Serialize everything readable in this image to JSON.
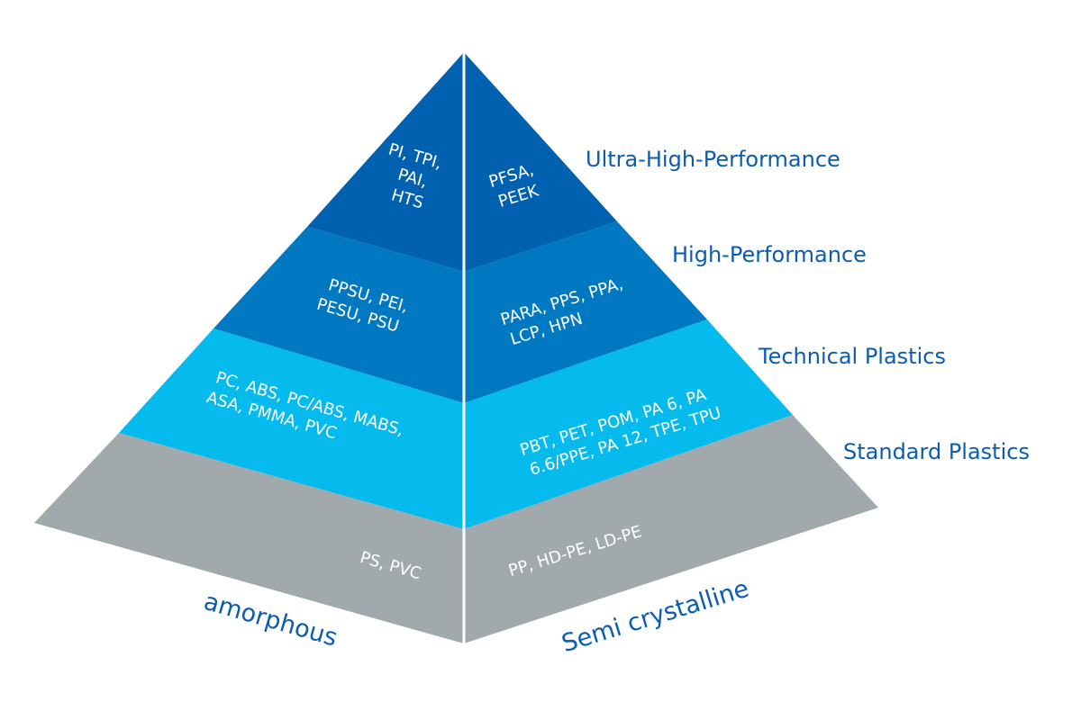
{
  "colors": {
    "ultra": "#0061b0",
    "high": "#0079c2",
    "technical": "#05bbee",
    "standard": "#a2a9ad",
    "label_text": "#0b5cb0"
  },
  "tiers": [
    {
      "label": "Ultra-High-Performance",
      "amorphous": [
        "PI, TPI,",
        "PAI,",
        "HTS"
      ],
      "semi": [
        "PFSA,",
        "PEEK"
      ]
    },
    {
      "label": "High-Performance",
      "amorphous": [
        "PPSU, PEI,",
        "PESU, PSU"
      ],
      "semi": [
        "PARA, PPS, PPA,",
        "LCP, HPN"
      ]
    },
    {
      "label": "Technical Plastics",
      "amorphous": [
        "PC, ABS, PC/ABS, MABS,",
        "ASA, PMMA, PVC"
      ],
      "semi": [
        "PBT, PET, POM, PA 6, PA",
        "6.6/PPE, PA 12, TPE, TPU"
      ]
    },
    {
      "label": "Standard Plastics",
      "amorphous": [
        "PS, PVC"
      ],
      "semi": [
        "PP, HD-PE, LD-PE"
      ]
    }
  ],
  "faces": {
    "left": "amorphous",
    "right": "Semi crystalline"
  }
}
